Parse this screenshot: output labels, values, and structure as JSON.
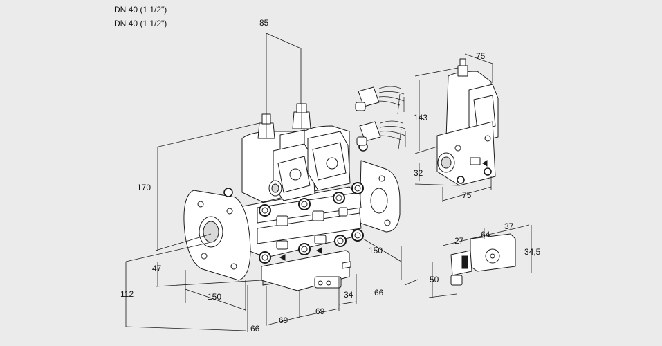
{
  "header": {
    "line1": "DN 40 (1 1/2\")",
    "line2": "DN 40 (1 1/2\")"
  },
  "dimensions": {
    "top_width": "85",
    "height_total": "170",
    "height_lower": "47",
    "height_base": "112",
    "length_flange": "150",
    "right_150": "150",
    "right_66": "66",
    "bottom_66": "66",
    "bottom_69a": "69",
    "bottom_69b": "69",
    "bottom_34": "34",
    "valve_top_75": "75",
    "valve_height_143": "143",
    "valve_lower_32": "32",
    "valve_bottom_75": "75",
    "sw_27": "27",
    "sw_64": "64",
    "sw_37": "37",
    "sw_345": "34,5",
    "sw_50": "50"
  }
}
